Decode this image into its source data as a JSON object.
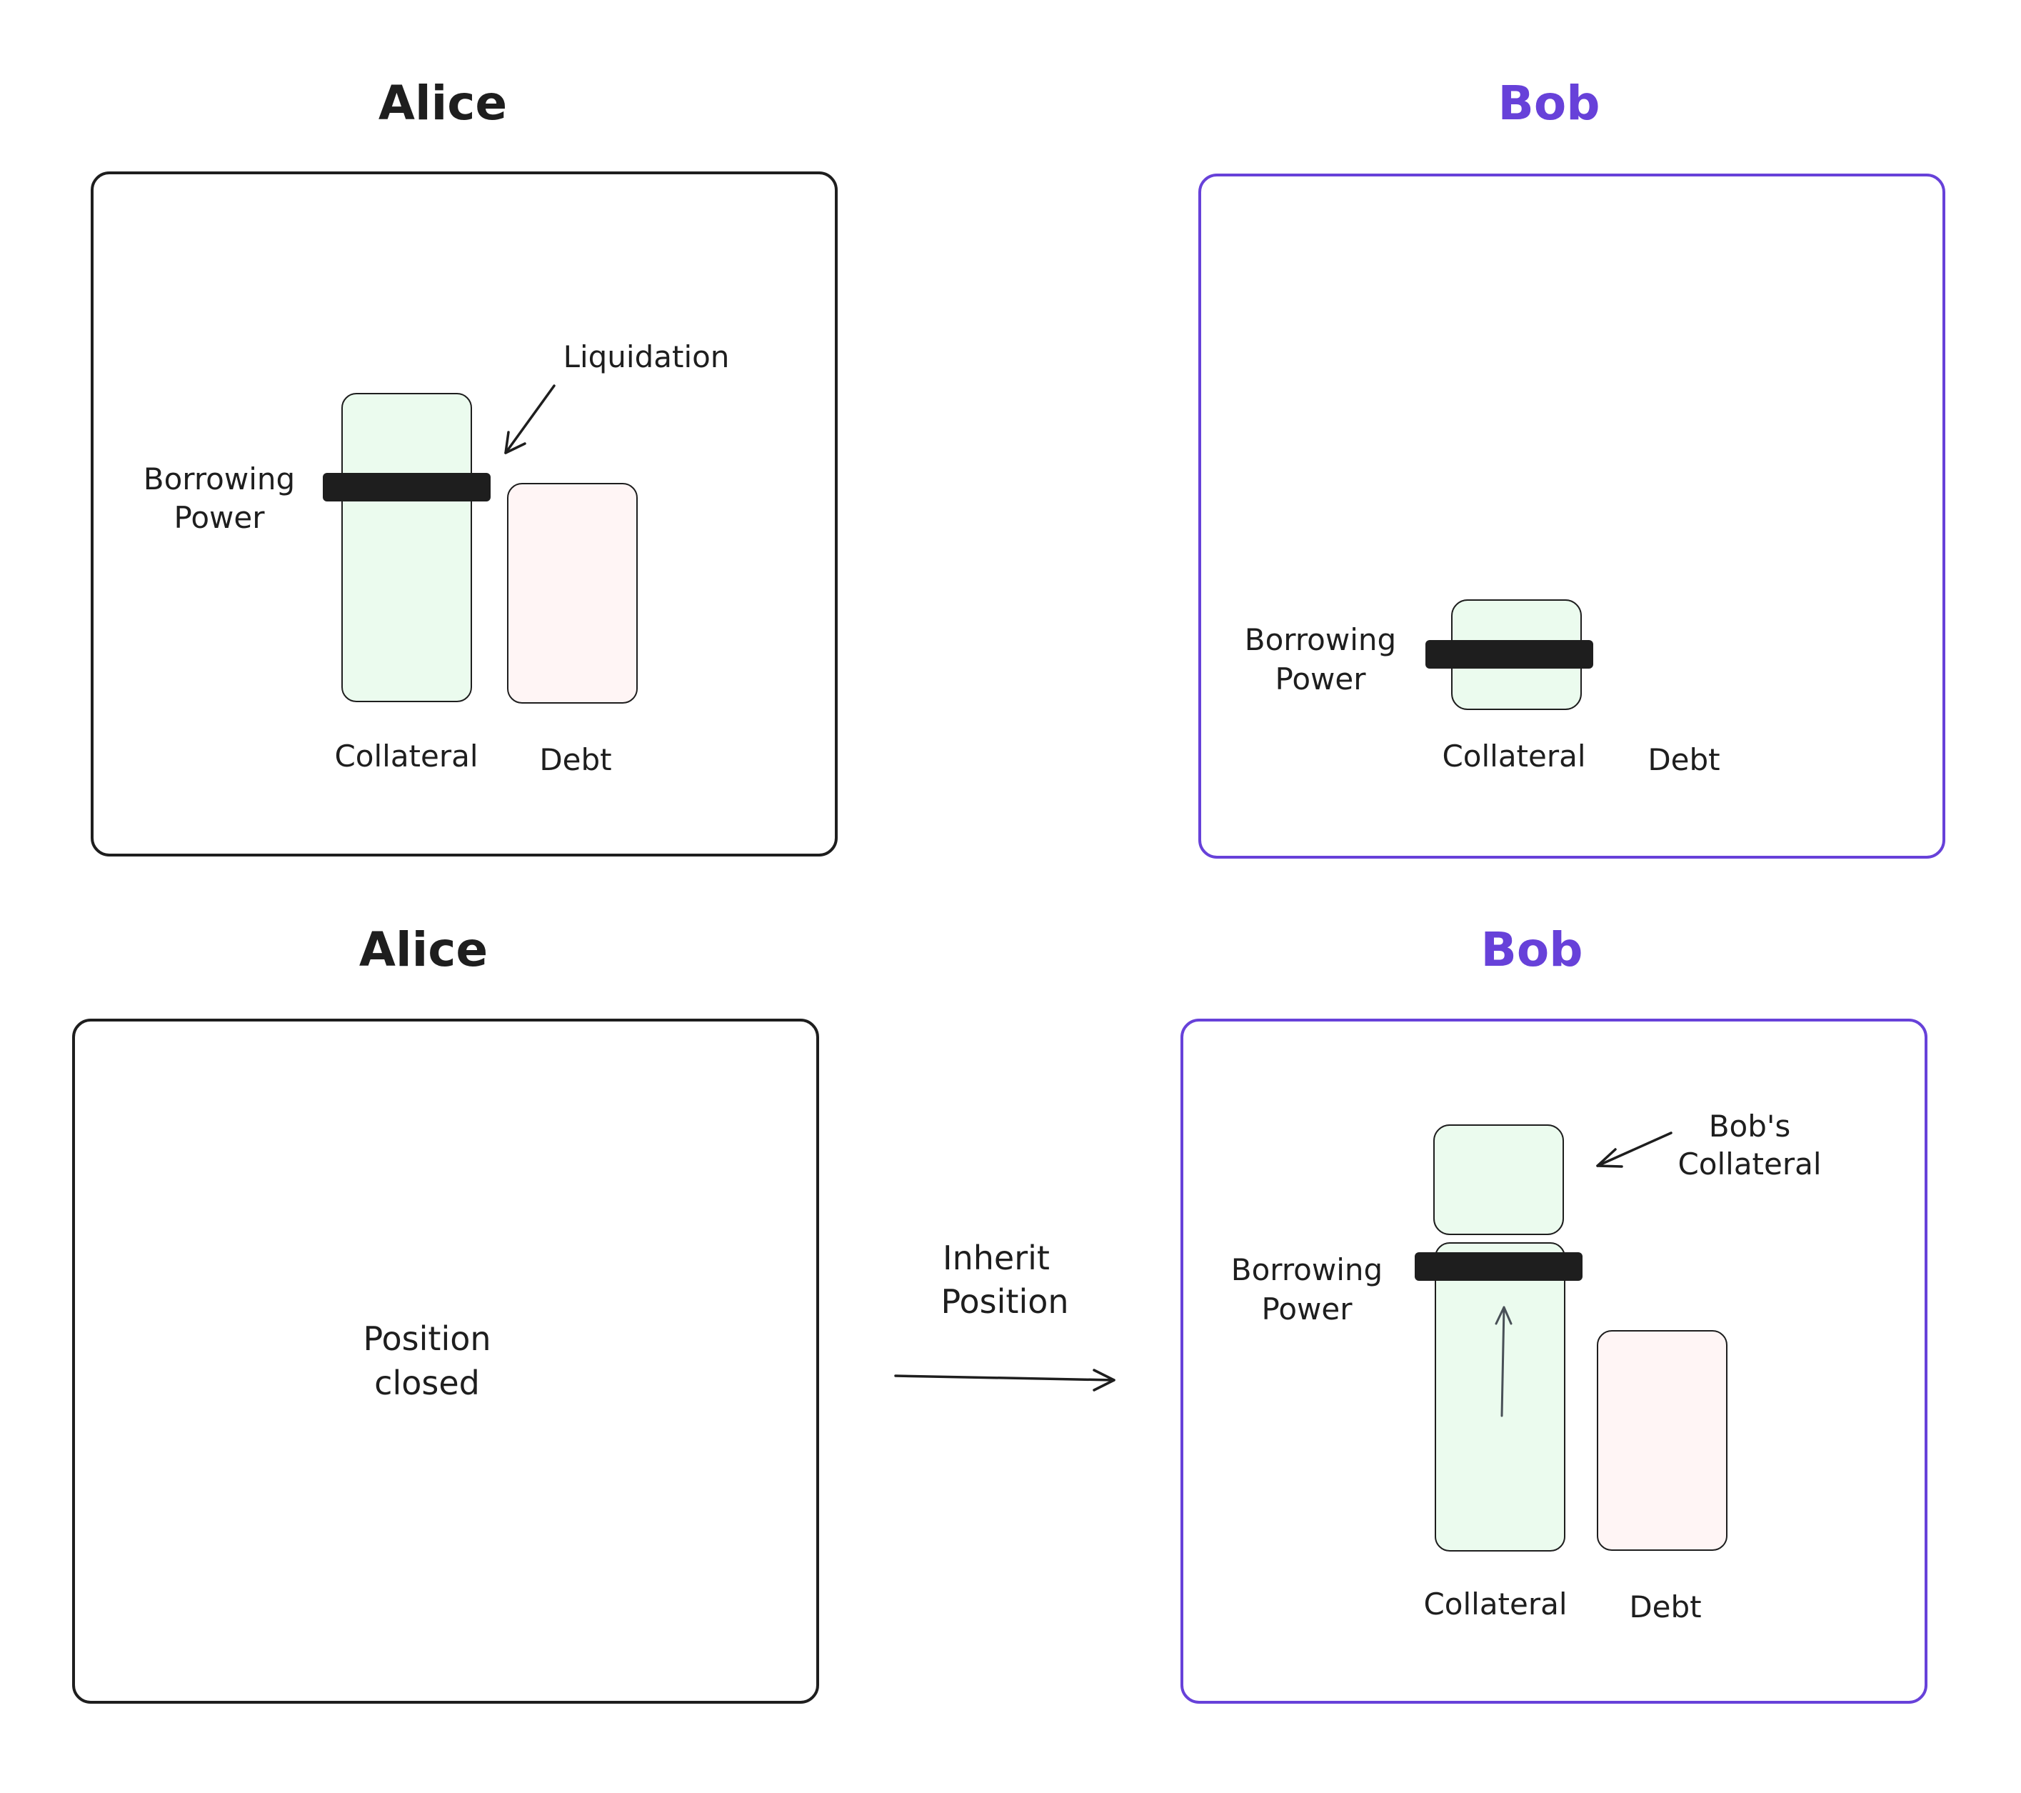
{
  "colors": {
    "alice": "#1e1e1e",
    "bob": "#6741d9",
    "collateral_fill": "#ebfbee",
    "debt_fill": "#fff5f5",
    "borrowing_power_bar": "#1e1e1e"
  },
  "panels": {
    "alice_top": {
      "title": "Alice",
      "borrowing_power": [
        "Borrowing",
        "Power"
      ],
      "liquidation_label": "Liquidation",
      "collateral_label": "Collateral",
      "debt_label": "Debt"
    },
    "bob_top": {
      "title": "Bob",
      "borrowing_power": [
        "Borrowing",
        "Power"
      ],
      "collateral_label": "Collateral",
      "debt_label": "Debt"
    },
    "alice_bottom": {
      "title": "Alice",
      "status": [
        "Position",
        "closed"
      ]
    },
    "bob_bottom": {
      "title": "Bob",
      "borrowing_power": [
        "Borrowing",
        "Power"
      ],
      "bobs_collateral_label": [
        "Bob's",
        "Collateral"
      ],
      "collateral_label": "Collateral",
      "debt_label": "Debt"
    }
  },
  "transition": {
    "label": [
      "Inherit",
      "Position"
    ]
  }
}
